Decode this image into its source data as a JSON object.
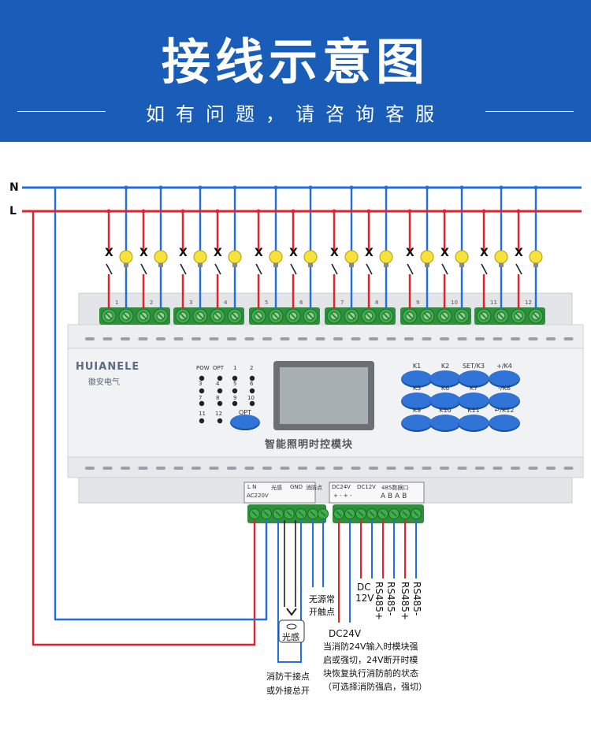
{
  "header": {
    "title": "接线示意图",
    "subtitle": "如有问题，请咨询客服"
  },
  "lines": {
    "n_label": "N",
    "l_label": "L"
  },
  "switch_mark": "X",
  "module": {
    "brand": "HUIANELE",
    "brand_cn": "徽安电气",
    "name": "智能照明时控模块",
    "channel_labels": [
      "1",
      "2",
      "3",
      "4",
      "5",
      "6",
      "7",
      "8",
      "9",
      "10",
      "11",
      "12"
    ],
    "led_labels": [
      "POW",
      "OPT",
      "1",
      "2",
      "3",
      "4",
      "5",
      "6",
      "7",
      "8",
      "9",
      "10",
      "11",
      "12"
    ],
    "opt_button": "OPT",
    "keys": [
      "K1",
      "K2",
      "SET/K3",
      "+/K4",
      "K5",
      "K6",
      "K7",
      "-/K8",
      "K9",
      "K10",
      "K11",
      "↵/K12"
    ],
    "terminal_labels": {
      "power": "L N",
      "ac": "AC220V",
      "light": "光感",
      "gnd": "GND",
      "fire": "消防点",
      "dc24": "DC24V",
      "dc12": "DC12V",
      "rs485": "485数据口",
      "ab": "A B A B",
      "pm": "+ - + -"
    }
  },
  "wiring_labels": {
    "dc": "DC",
    "v12": "12V",
    "rs485_1p": "RS485+",
    "rs485_1m": "RS485-",
    "rs485_2p": "RS485+",
    "rs485_2m": "RS485-",
    "dry_contact": [
      "无源常",
      "开触点"
    ],
    "light_sensor": "光感",
    "fire_contact": [
      "消防干接点",
      "或外接总开"
    ],
    "dc24": "DC24V",
    "dc24_note": [
      "当消防24V输入时模块强",
      "启或强切，24V断开时模",
      "块恢复执行消防前的状态",
      "（可选择消防强启，强切）"
    ]
  },
  "colors": {
    "banner": "#1a5db8",
    "n_line": "#1f6fe0",
    "l_line": "#e8202a",
    "terminal": "#3cae4a",
    "key": "#2f74d6"
  }
}
